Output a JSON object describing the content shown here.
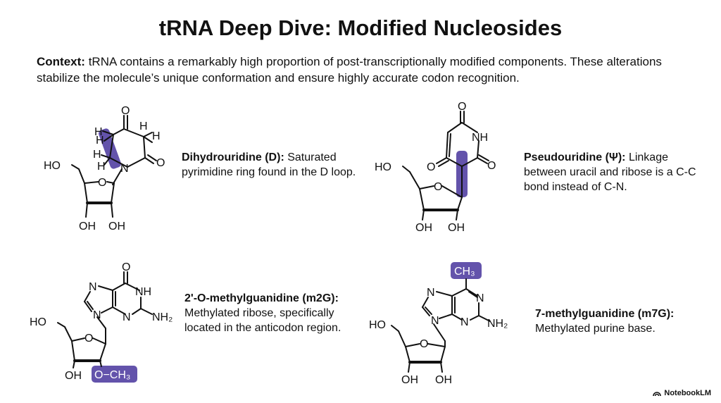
{
  "title": "tRNA Deep Dive: Modified Nucleosides",
  "context": {
    "label": "Context:",
    "text": "tRNA contains a remarkably high proportion of post-transcriptionally modified components. These alterations stabilize the molecule’s unique conformation and ensure highly accurate codon recognition."
  },
  "highlight_color": "#5b4aa6",
  "panels": [
    {
      "name": "Dihydrouridine (D):",
      "text": "Saturated pyrimidine ring found in the D loop.",
      "atoms": {
        "o_top": "O",
        "h1": "H",
        "h2": "H",
        "h3": "H",
        "h4": "H",
        "h5": "H",
        "h6": "H",
        "o_right": "O",
        "n": "N",
        "ho": "HO",
        "o_ring": "O",
        "oh1": "OH",
        "oh2": "OH"
      }
    },
    {
      "name": "Pseudouridine (Ψ):",
      "text": "Linkage between uracil and ribose is a C-C bond instead of C-N.",
      "atoms": {
        "o_top": "O",
        "nh": "NH",
        "o_left": "O",
        "o_right": "O",
        "ho": "HO",
        "o_ring": "O",
        "oh1": "OH",
        "oh2": "OH"
      }
    },
    {
      "name": "2'-O-methylguanidine (m2G):",
      "text": "Methylated ribose, specifically located in the anticodon region.",
      "atoms": {
        "o_top": "O",
        "nh": "NH",
        "n7": "N",
        "n9": "N",
        "n3": "N",
        "nh2": "NH₂",
        "ho": "HO",
        "o_ring": "O",
        "oh": "OH",
        "och3": "O−CH₃"
      }
    },
    {
      "name": "7-methylguanidine (m7G):",
      "text": "Methylated purine base.",
      "atoms": {
        "ch3": "CH₃",
        "n1": "N",
        "n7": "N",
        "n9": "N",
        "n3": "N",
        "nh2": "NH₂",
        "ho": "HO",
        "o_ring": "O",
        "oh1": "OH",
        "oh2": "OH"
      }
    }
  ],
  "brand": {
    "icon": "notebooklm-logo-icon",
    "text": "NotebookLM"
  }
}
